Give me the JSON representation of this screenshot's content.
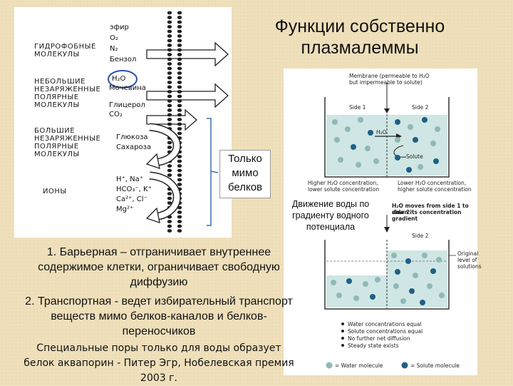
{
  "title": "Функции собственно плазмалеммы",
  "membrane_diagram": {
    "categories": [
      {
        "label": "ГИДРОФОБНЫЕ\nМОЛЕКУЛЫ"
      },
      {
        "label": "НЕБОЛЬШИЕ\nНЕЗАРЯЖЕННЫЕ\nПОЛЯРНЫЕ\nМОЛЕКУЛЫ"
      },
      {
        "label": "БОЛЬШИЕ\nНЕЗАРЯЖЕННЫЕ\nПОЛЯРНЫЕ\nМОЛЕКУЛЫ"
      },
      {
        "label": "ИОНЫ"
      }
    ],
    "molecules": {
      "hydrophobic": [
        "эфир",
        "O₂",
        "N₂",
        "Бензол"
      ],
      "small_polar_1": [
        "H₂O",
        "Мочевина"
      ],
      "small_polar_2": [
        "Глицерол",
        "CO₂"
      ],
      "large_polar": [
        "Глюкоза",
        "Сахароза"
      ],
      "ions": [
        "H⁺, Na⁺",
        "HCO₃⁻, K⁺",
        "Ca²⁺, Cl⁻",
        "Mg²⁺"
      ]
    }
  },
  "callout": "Только мимо белков",
  "osmosis_figure": {
    "top_caption_1": "Membrane (permeable to H₂O",
    "top_caption_2": "but impermeable to solute)",
    "side1": "Side 1",
    "side2": "Side 2",
    "h2o": "H₂O",
    "solute": "Solute",
    "left_note_1": "Higher H₂O concentration,",
    "left_note_2": "lower solute concentration",
    "right_note_1": "Lower H₂O concentration,",
    "right_note_2": "higher solute concentration",
    "move_1": "H₂O moves from side 1 to side 2",
    "move_2": "down its concentration gradient",
    "side2_bottom": "Side 2",
    "original_1": "Original",
    "original_2": "level of",
    "original_3": "solutions",
    "bullets": [
      "Water concentrations equal",
      "Solute concentrations equal",
      "No further net diffusion",
      "Steady state exists"
    ],
    "legend_water": "= Water molecule",
    "legend_solute": "= Solute molecule"
  },
  "water_caption": "Движение воды по градиенту водного потенциала",
  "paragraphs": {
    "p1_num": "1. ",
    "p1_term": "Барьерная",
    "p1_rest": " – отграничивает внутреннее содержимое клетки, ограничивает свободную диффузию",
    "p2_num": "2. ",
    "p2_term": "Транспортная",
    "p2_rest": " - ведет избирательный транспорт веществ мимо белков-каналов и белков-переносчиков",
    "p3": "Специальные поры только для воды образует белок аквапорин - Питер Эгр, Нобелевская премия 2003 г."
  },
  "colors": {
    "background": "#efe0bb",
    "water_fill": "#cfe6e4",
    "water_dot": "#8fb9b6",
    "solute_dot": "#1f5f86"
  }
}
